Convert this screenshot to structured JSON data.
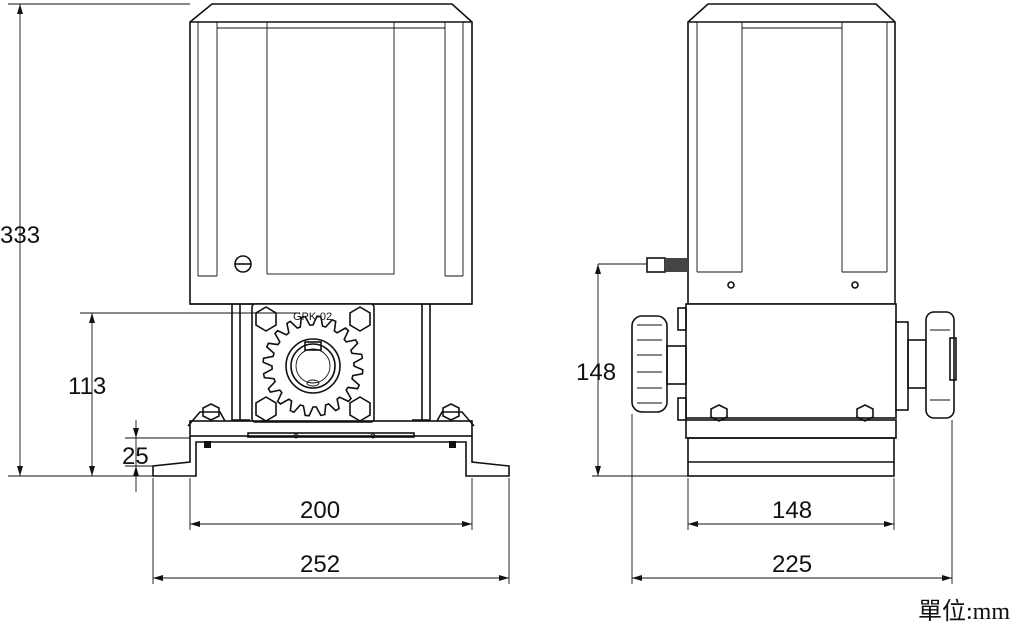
{
  "dimensions": {
    "front_height_total": "333",
    "front_base_to_gear": "113",
    "front_base_thickness": "25",
    "front_base_inner_width": "200",
    "front_base_outer_width": "252",
    "side_height": "148",
    "side_base_width": "148",
    "side_total_width": "225"
  },
  "gear_label": "GPK-02",
  "unit_label": "單位:mm",
  "colors": {
    "line": "#111111",
    "background": "#ffffff"
  }
}
